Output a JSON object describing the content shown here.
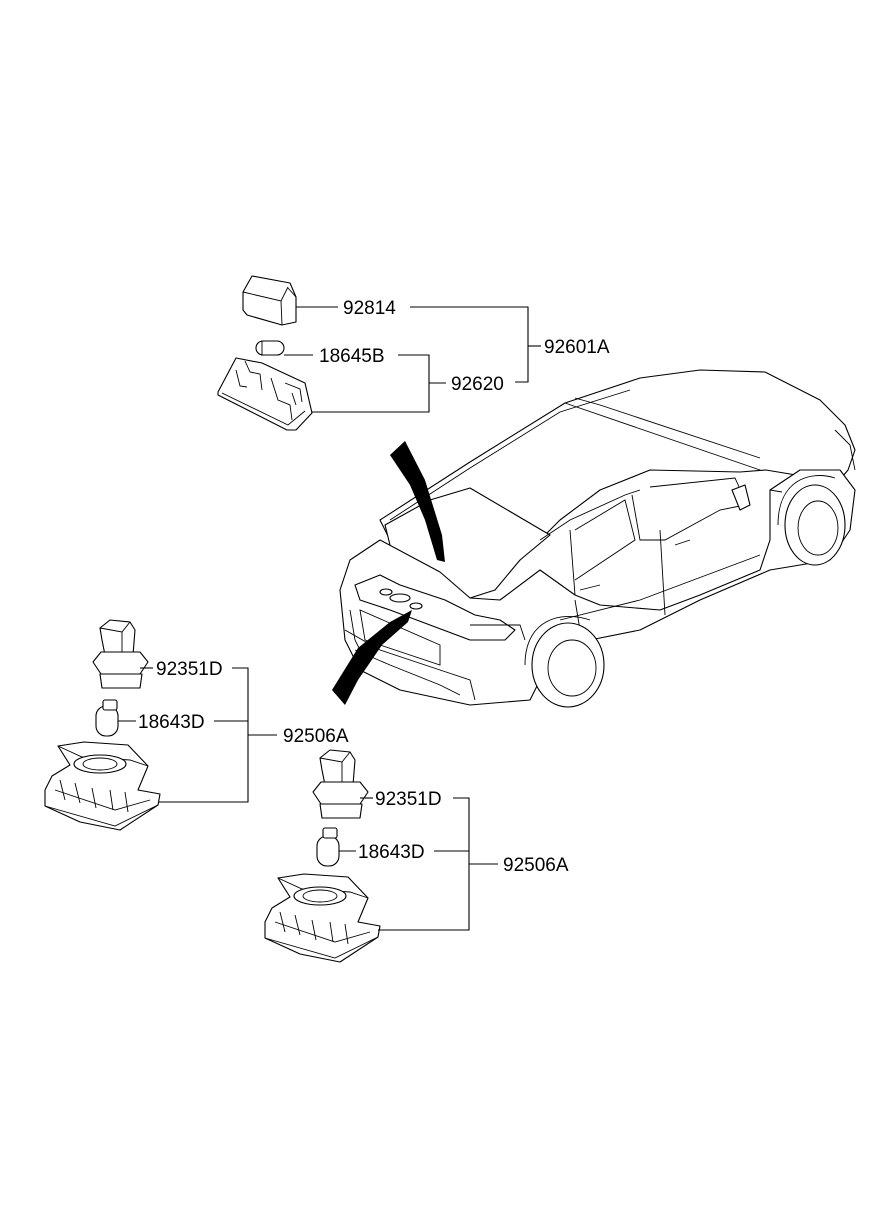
{
  "labels": {
    "p92814": "92814",
    "p18645B": "18645B",
    "p92620": "92620",
    "p92601A": "92601A",
    "p92351D_left": "92351D",
    "p18643D_left": "18643D",
    "p92506A_left": "92506A",
    "p92351D_right": "92351D",
    "p18643D_right": "18643D",
    "p92506A_right": "92506A"
  }
}
